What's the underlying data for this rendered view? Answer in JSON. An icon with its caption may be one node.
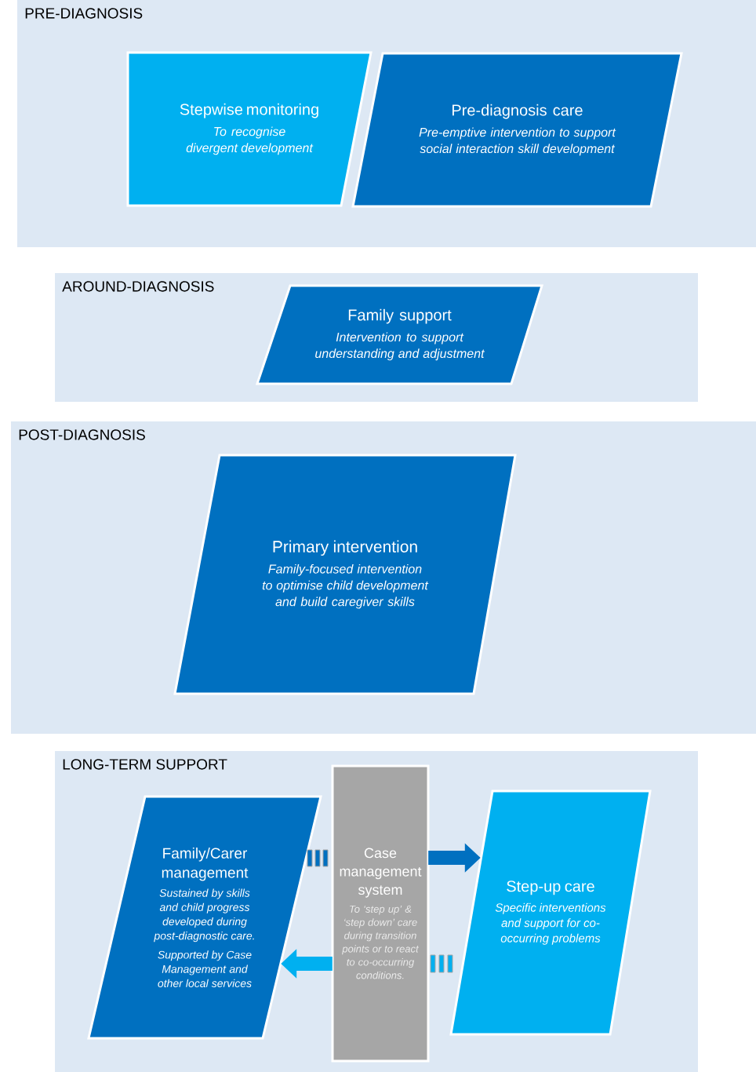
{
  "diagram": {
    "nodes": [
      {
        "text": [
          "PRE-DIAGNOSIS"
        ]
      },
      {
        "text": [
          "Stepwise monitoring",
          "To recognise divergent development"
        ],
        "in": 0
      },
      {
        "text": [
          "Pre-diagnosis care",
          "Pre-emptive intervention to support social interaction skill development"
        ],
        "in": 0
      },
      {
        "text": [
          "AROUND-DIAGNOSIS"
        ]
      },
      {
        "text": [
          "Family support",
          "Intervention to support understanding and adjustment"
        ],
        "in": 3
      },
      {
        "text": [
          "POST-DIAGNOSIS"
        ]
      },
      {
        "text": [
          "Primary intervention",
          "Family-focused intervention to optimise child development and build caregiver skills"
        ],
        "in": 5
      },
      {
        "text": [
          "LONG-TERM SUPPORT"
        ]
      },
      {
        "text": [
          "Family/Carer management",
          "Sustained by skills and child progress developed during post-diagnostic care.",
          "Supported by Case Management and other local services"
        ],
        "in": 7
      },
      {
        "text": [
          "Case management system",
          "To ‘step up’ & ‘step down’ care during transition points or to react to co-occurring conditions."
        ],
        "in": 7
      },
      {
        "text": [
          "Step-up care",
          "Specific interventions and support for co-occurring problems"
        ],
        "in": 7
      }
    ],
    "edges": [
      {
        "from": 9,
        "to": 10,
        "arrow": "to",
        "color": "#0070c0"
      },
      {
        "from": 9,
        "to": 8,
        "arrow": "to",
        "color": "#00b0f0"
      }
    ]
  }
}
